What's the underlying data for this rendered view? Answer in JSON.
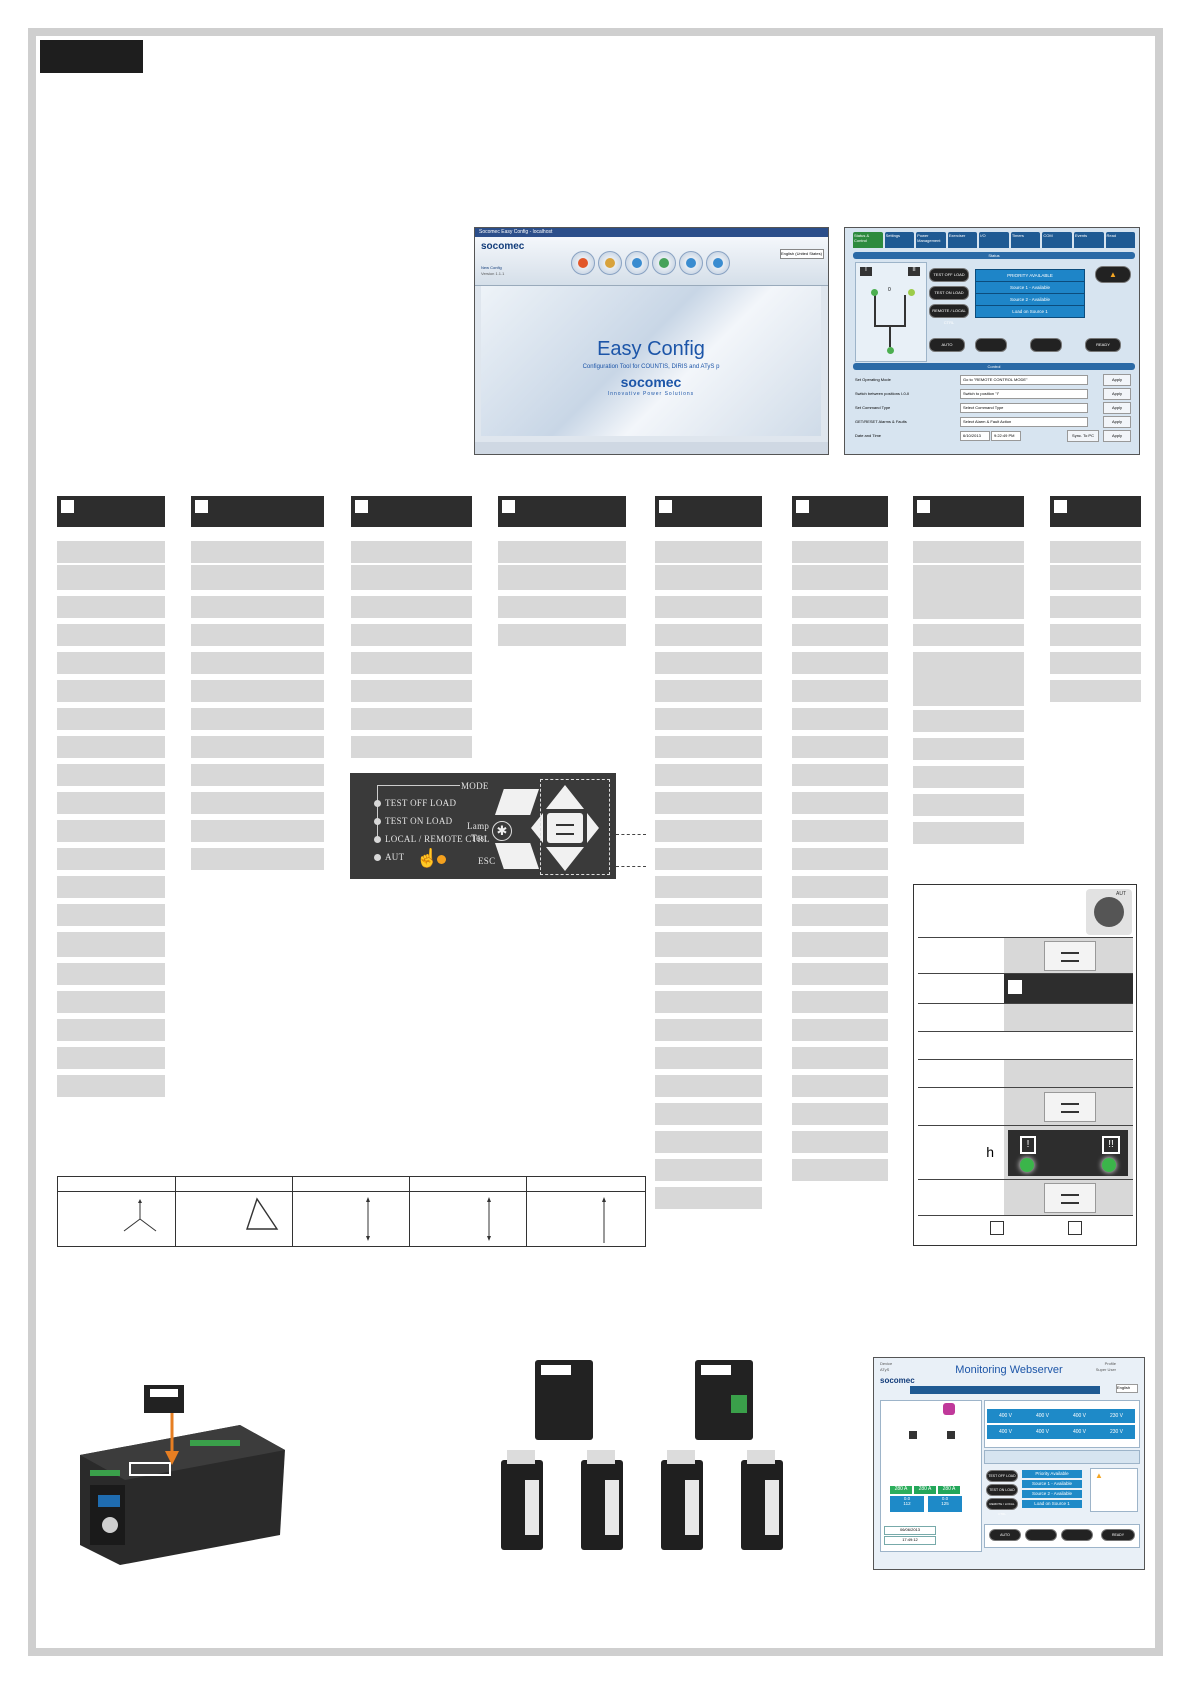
{
  "easy_config": {
    "window_title": "Socomec Easy Config - localhost",
    "brand": "socomec",
    "title": "Easy Config",
    "subtitle": "Configuration Tool for COUNTIS, DIRIS and ATyS p",
    "tagline": "Innovative Power Solutions",
    "language": "English (United States)",
    "side_links": [
      "New Config",
      "Version 1.1.1"
    ],
    "icons": [
      "new-icon",
      "open-icon",
      "save-icon",
      "sync-icon",
      "info-icon",
      "help-icon"
    ]
  },
  "control_screen": {
    "tabs": [
      "Status & Control",
      "Settings",
      "Power Management",
      "Exerciser",
      "I/O",
      "Timers",
      "COM",
      "Events",
      "Read"
    ],
    "status_bar": "Status",
    "control_bar": "Control",
    "switch_labels": [
      "I",
      "II",
      "0"
    ],
    "pills": [
      "TEST OFF LOAD",
      "TEST ON LOAD",
      "REMOTE / LOCAL CTRL"
    ],
    "pill_bottom": [
      "AUTO",
      "READY"
    ],
    "status_lines": [
      "PRIORITY AVAILABLE",
      "Source 1 - Available",
      "Source 2 - Available",
      "Load on Source 1"
    ],
    "rows": [
      {
        "label": "Set Operating Mode",
        "value": "Go to \"REMOTE CONTROL MODE\"",
        "button": "Apply"
      },
      {
        "label": "Switch between positions I-0-II",
        "value": "Switch to position \"I\"",
        "button": "Apply"
      },
      {
        "label": "Set Command Type",
        "value": "Select Command Type",
        "button": "Apply"
      },
      {
        "label": "GET/RESET Alarms & Faults",
        "value": "Select Alarm & Fault Action",
        "button": "Apply"
      },
      {
        "label": "Date and Time",
        "value": "6/10/2013",
        "time": "9:22:49 PM",
        "button": "Apply",
        "extra": "Sync. To PC"
      }
    ]
  },
  "keypad": {
    "mode_label": "MODE",
    "leds": [
      "TEST OFF LOAD",
      "TEST ON LOAD",
      "LOCAL / REMOTE CTRL",
      "AUT"
    ],
    "lamp_test": [
      "Lamp",
      "Test"
    ],
    "esc_label": "ESC"
  },
  "panel": {
    "h_label": "h",
    "dial_label": "AUT",
    "status_colors": {
      "green": "#3bb54a",
      "dark": "#2d2d2d",
      "gray": "#d8d8d8"
    }
  },
  "webserver": {
    "title": "Monitoring Webserver",
    "brand": "socomec",
    "header_left": [
      "Device",
      "ATyS"
    ],
    "header_right": [
      "Profile",
      "Super User"
    ],
    "language": "English",
    "voltages_row1": [
      "400 V",
      "400 V",
      "400 V",
      "230 V"
    ],
    "voltages_row2": [
      "400 V",
      "400 V",
      "400 V",
      "230 V"
    ],
    "currents": [
      "280 A",
      "280 A",
      "280 A"
    ],
    "power": [
      "0.0",
      "112"
    ],
    "freq": [
      "0.0",
      "125"
    ],
    "pills": [
      "TEST OFF LOAD",
      "TEST ON LOAD",
      "REMOTE / LOCAL CTRL"
    ],
    "status_lines": [
      "Priority Available",
      "Source 1 - Available",
      "Source 2 - Available",
      "Load on Source 1"
    ],
    "bottom": [
      "AUTO",
      "READY"
    ],
    "dates": [
      "06/06/2013",
      "17:49:12"
    ]
  }
}
